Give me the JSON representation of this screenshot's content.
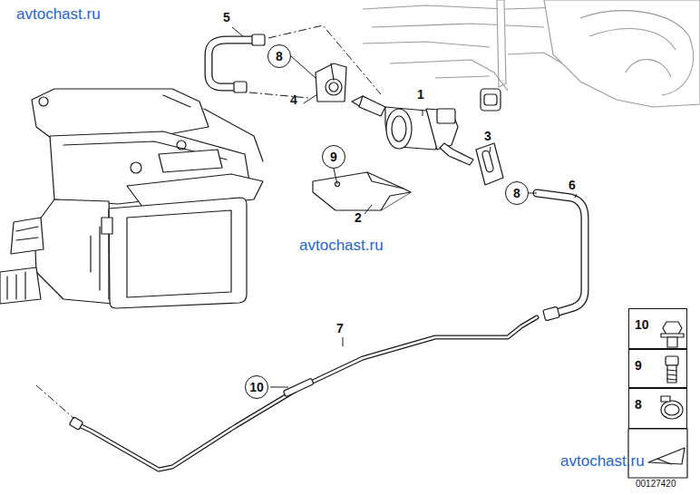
{
  "diagram": {
    "nodes": [
      {
        "text": [
          "8"
        ]
      },
      {
        "text": [
          "9"
        ]
      },
      {
        "text": [
          "8"
        ]
      },
      {
        "text": [
          "10"
        ]
      },
      {
        "text": [
          "10"
        ]
      },
      {
        "text": [
          "9"
        ]
      },
      {
        "text": [
          "8"
        ]
      }
    ],
    "labels": [
      "avtochast.ru",
      "5",
      "4",
      "1",
      "3",
      "6",
      "2",
      "avtochast.ru",
      "7",
      "avtochast.ru",
      "00127420"
    ]
  }
}
